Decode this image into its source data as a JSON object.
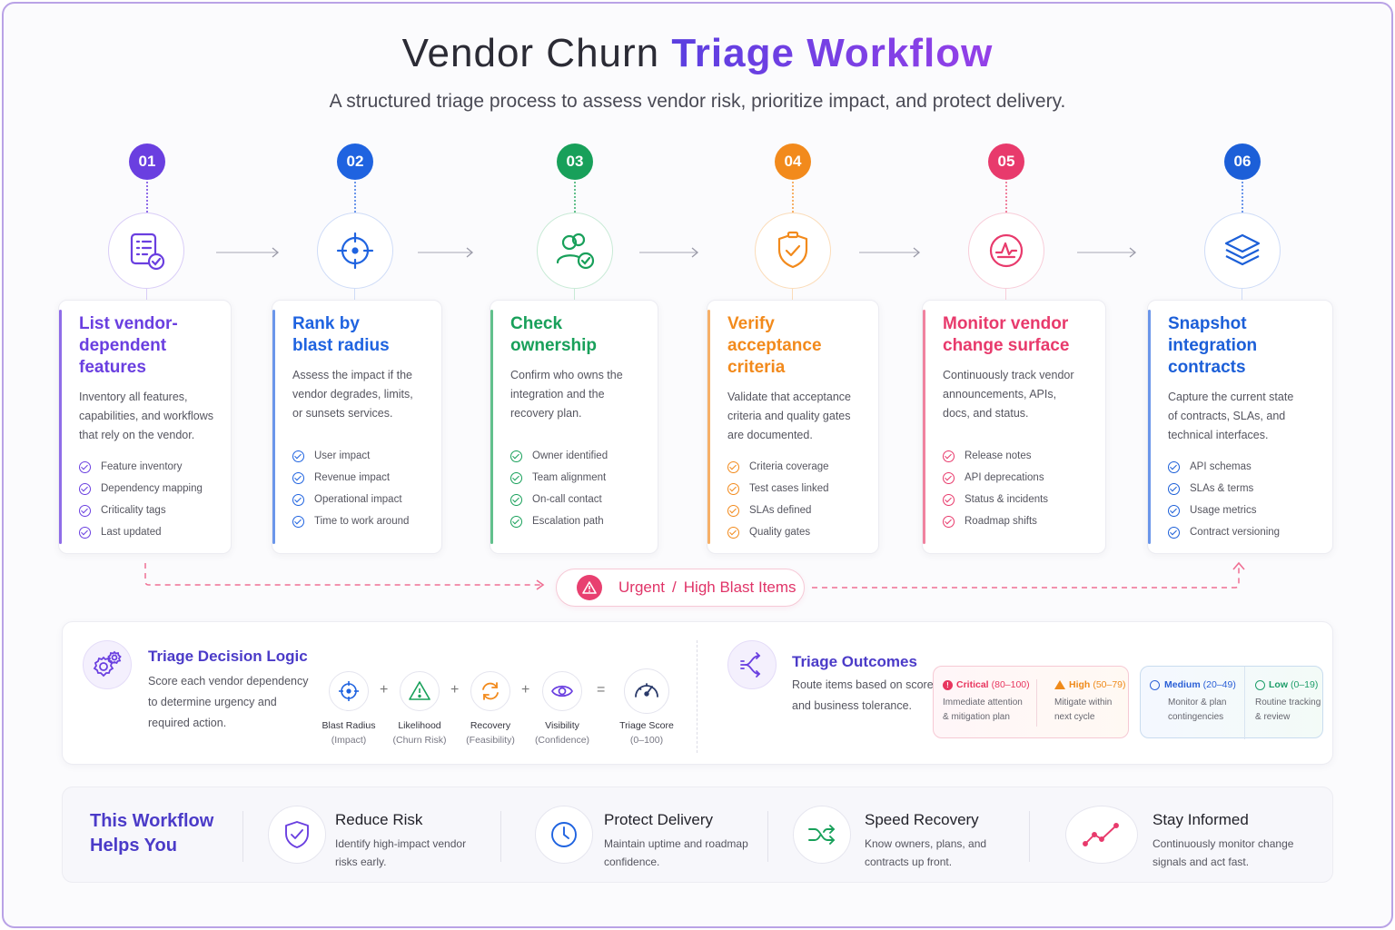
{
  "title": {
    "main": "Vendor Churn ",
    "accent": "Triage Workflow"
  },
  "subtitle": "A structured triage process to assess vendor risk, prioritize impact, and protect delivery.",
  "colors": {
    "purple": "#6a3fe0",
    "blue": "#1f63e0",
    "green": "#18a05a",
    "orange": "#f28a1c",
    "pink": "#e83a6c",
    "navy": "#1c5fd8"
  },
  "steps": [
    {
      "num": "01",
      "title": [
        "List vendor-",
        "dependent",
        "features"
      ],
      "desc": [
        "Inventory all features,",
        "capabilities, and workflows",
        "that rely on the vendor."
      ],
      "items": [
        "Feature inventory",
        "Dependency mapping",
        "Criticality tags",
        "Last updated"
      ],
      "color": "#6a3fe0"
    },
    {
      "num": "02",
      "title": [
        "Rank by",
        "blast radius"
      ],
      "desc": [
        "Assess the impact if the",
        "vendor degrades, limits,",
        "or sunsets services."
      ],
      "items": [
        "User impact",
        "Revenue impact",
        "Operational impact",
        "Time to work around"
      ],
      "color": "#1f63e0"
    },
    {
      "num": "03",
      "title": [
        "Check",
        "ownership"
      ],
      "desc": [
        "Confirm who owns the",
        "integration and the",
        "recovery plan."
      ],
      "items": [
        "Owner identified",
        "Team alignment",
        "On-call contact",
        "Escalation path"
      ],
      "color": "#18a05a"
    },
    {
      "num": "04",
      "title": [
        "Verify",
        "acceptance",
        "criteria"
      ],
      "desc": [
        "Validate that acceptance",
        "criteria and quality gates",
        "are documented."
      ],
      "items": [
        "Criteria coverage",
        "Test cases linked",
        "SLAs defined",
        "Quality gates"
      ],
      "color": "#f28a1c"
    },
    {
      "num": "05",
      "title": [
        "Monitor vendor",
        "change surface"
      ],
      "desc": [
        "Continuously track vendor",
        "announcements, APIs,",
        "docs, and status."
      ],
      "items": [
        "Release notes",
        "API deprecations",
        "Status & incidents",
        "Roadmap shifts"
      ],
      "color": "#e83a6c"
    },
    {
      "num": "06",
      "title": [
        "Snapshot",
        "integration",
        "contracts"
      ],
      "desc": [
        "Capture the current state",
        "of contracts, SLAs, and",
        "technical interfaces."
      ],
      "items": [
        "API schemas",
        "SLAs & terms",
        "Usage metrics",
        "Contract versioning"
      ],
      "color": "#1c5fd8"
    }
  ],
  "urgent": {
    "label1": "Urgent",
    "sep": "/",
    "label2": "High Blast Items"
  },
  "decision": {
    "title": "Triage Decision Logic",
    "text": [
      "Score each vendor dependency",
      "to determine urgency and",
      "required action."
    ],
    "factors": [
      {
        "label": "Blast Radius",
        "sub": "(Impact)"
      },
      {
        "label": "Likelihood",
        "sub": "(Churn Risk)"
      },
      {
        "label": "Recovery",
        "sub": "(Feasibility)"
      },
      {
        "label": "Visibility",
        "sub": "(Confidence)"
      },
      {
        "label": "Triage Score",
        "sub": "(0–100)"
      }
    ],
    "ops": [
      "+",
      "+",
      "+",
      "="
    ]
  },
  "outcomes": {
    "title": "Triage Outcomes",
    "text": [
      "Route items based on score",
      "and business tolerance."
    ],
    "levels": [
      {
        "name": "Critical",
        "range": "(80–100)",
        "text": [
          "Immediate attention",
          "& mitigation plan"
        ],
        "color": "#e8365f"
      },
      {
        "name": "High",
        "range": "(50–79)",
        "text": [
          "Mitigate within",
          "next cycle"
        ],
        "color": "#ef8a1a"
      },
      {
        "name": "Medium",
        "range": "(20–49)",
        "text": [
          "Monitor & plan",
          "contingencies"
        ],
        "color": "#2a5fd6"
      },
      {
        "name": "Low",
        "range": "(0–19)",
        "text": [
          "Routine tracking",
          "& review"
        ],
        "color": "#1e9e6a"
      }
    ]
  },
  "helps": {
    "title": [
      "This Workflow",
      "Helps You"
    ],
    "items": [
      {
        "heading": "Reduce Risk",
        "text": [
          "Identify high-impact vendor",
          "risks early."
        ]
      },
      {
        "heading": "Protect Delivery",
        "text": [
          "Maintain uptime and roadmap",
          "confidence."
        ]
      },
      {
        "heading": "Speed Recovery",
        "text": [
          "Know owners, plans, and",
          "contracts up front."
        ]
      },
      {
        "heading": "Stay Informed",
        "text": [
          "Continuously monitor change",
          "signals and act fast."
        ]
      }
    ]
  }
}
